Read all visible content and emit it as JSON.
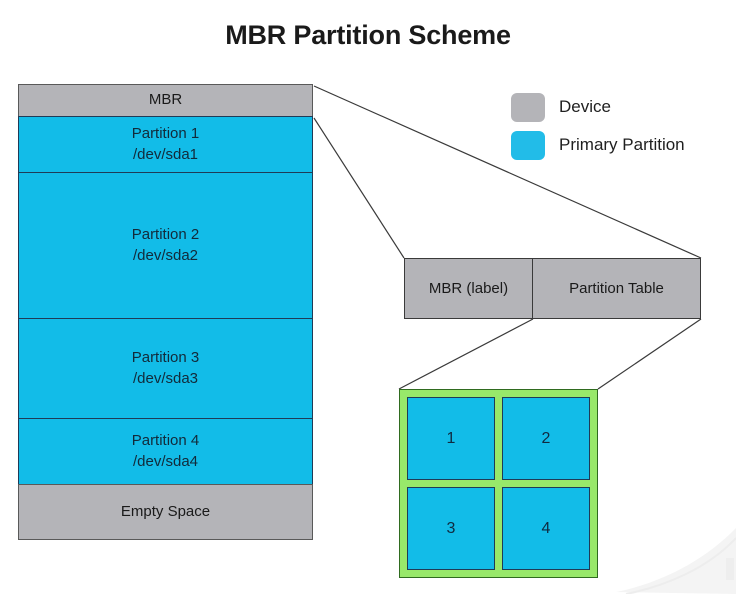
{
  "title": "MBR Partition Scheme",
  "colors": {
    "device_gray": "#b4b4b8",
    "primary_cyan": "#12bce8",
    "grid_green": "#98e86a",
    "outline": "#3a3a3a",
    "text": "#122a3a"
  },
  "disk": {
    "blocks": [
      {
        "name": "mbr",
        "kind": "device",
        "line1": "MBR",
        "line2": "",
        "height": 33
      },
      {
        "name": "partition1",
        "kind": "part",
        "line1": "Partition 1",
        "line2": "/dev/sda1",
        "height": 57
      },
      {
        "name": "partition2",
        "kind": "part",
        "line1": "Partition 2",
        "line2": "/dev/sda2",
        "height": 147
      },
      {
        "name": "partition3",
        "kind": "part",
        "line1": "Partition 3",
        "line2": "/dev/sda3",
        "height": 101
      },
      {
        "name": "partition4",
        "kind": "part",
        "line1": "Partition 4",
        "line2": "/dev/sda4",
        "height": 67
      },
      {
        "name": "empty",
        "kind": "device",
        "line1": "Empty Space",
        "line2": "",
        "height": 56
      }
    ]
  },
  "legend": {
    "items": [
      {
        "swatch": "gray",
        "label": "Device"
      },
      {
        "swatch": "cyan",
        "label": "Primary Partition"
      }
    ]
  },
  "mbr_detail": {
    "left_label": "MBR (label)",
    "right_label": "Partition Table"
  },
  "partition_table_grid": {
    "entries": [
      "1",
      "2",
      "3",
      "4"
    ]
  }
}
